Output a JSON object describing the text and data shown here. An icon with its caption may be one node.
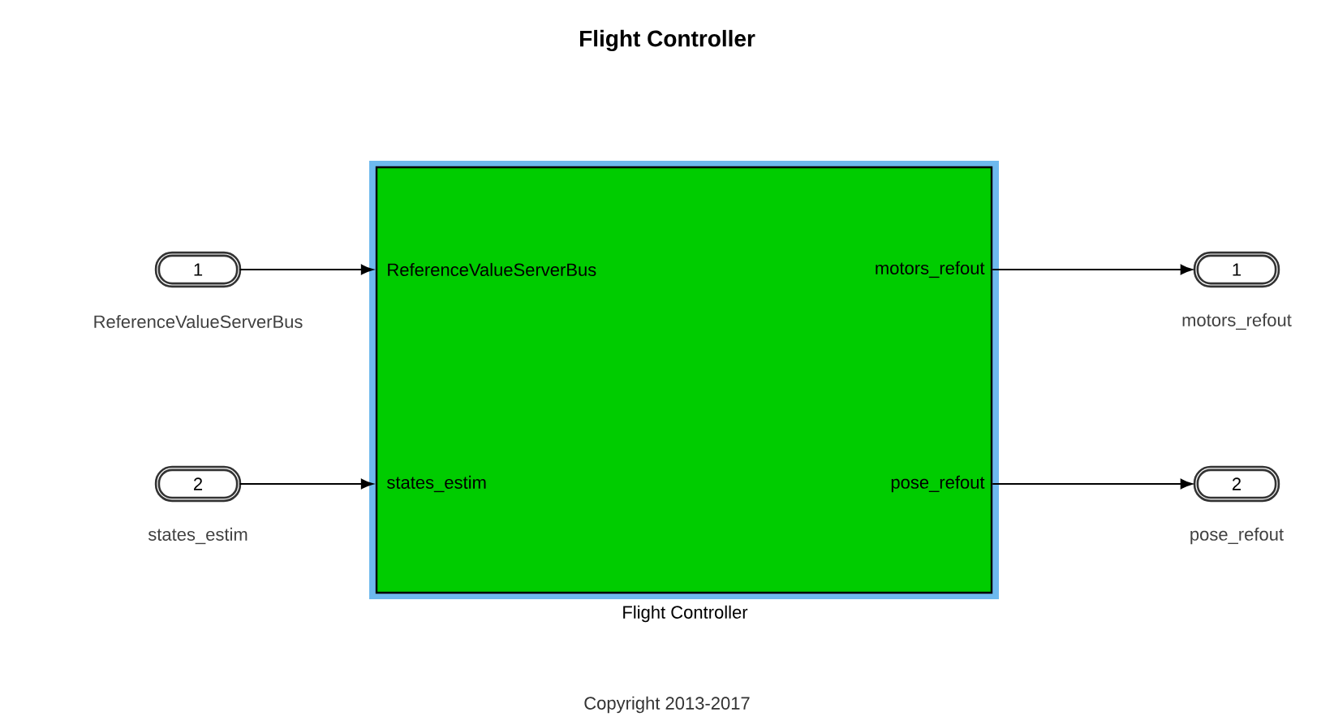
{
  "diagram": {
    "title": "Flight Controller",
    "nodes": [
      {
        "text": [
          "1"
        ],
        "beside": [
          "ReferenceValueServerBus"
        ]
      },
      {
        "text": [
          "2"
        ],
        "beside": [
          "states_estim"
        ]
      },
      {
        "text": [
          "ReferenceValueServerBus",
          "states_estim",
          "motors_refout",
          "pose_refout"
        ],
        "beside": [
          "Flight Controller"
        ]
      },
      {
        "text": [
          "1"
        ],
        "beside": [
          "motors_refout"
        ]
      },
      {
        "text": [
          "2"
        ],
        "beside": [
          "pose_refout"
        ]
      }
    ],
    "edges": [
      {
        "from": 0,
        "to": 2,
        "arrow": "to"
      },
      {
        "from": 1,
        "to": 2,
        "arrow": "to"
      },
      {
        "from": 2,
        "to": 3,
        "arrow": "to"
      },
      {
        "from": 2,
        "to": 4,
        "arrow": "to"
      }
    ],
    "labels": [
      "Copyright 2013-2017"
    ]
  }
}
